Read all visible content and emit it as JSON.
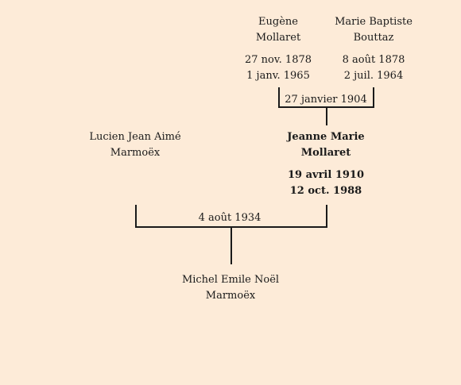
{
  "father_of_jeanne": {
    "name_line1": "Eugène",
    "name_line2": "Mollaret",
    "birth": "27 nov. 1878",
    "death": "1 janv. 1965"
  },
  "mother_of_jeanne": {
    "name_line1": "Marie Baptiste",
    "name_line2": "Bouttaz",
    "birth": "8 août 1878",
    "death": "2 juil. 1964"
  },
  "parents_marriage": "27 janvier 1904",
  "spouse": {
    "name_line1": "Lucien Jean Aimé",
    "name_line2": "Marmoëx"
  },
  "focus_person": {
    "name_line1": "Jeanne Marie",
    "name_line2": "Mollaret",
    "birth": "19 avril 1910",
    "death": "12 oct. 1988"
  },
  "couple_marriage": "4 août 1934",
  "child": {
    "name_line1": "Michel Emile Noël",
    "name_line2": "Marmoëx"
  }
}
